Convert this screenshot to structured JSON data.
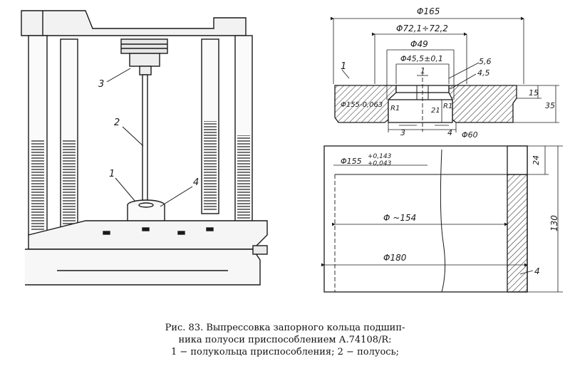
{
  "caption": {
    "line1": "Рис. 83. Выпрессовка запорного кольца подшип-",
    "line2": "ника полуоси приспособлением А.74108/R:",
    "line3": "1 − полукольца приспособления; 2 − полуось;"
  },
  "press_labels": [
    "3",
    "2",
    "1",
    "4"
  ],
  "top_drawing": {
    "dims": {
      "d165": "Φ165",
      "d72": "Φ72,1÷72,2",
      "d49": "Φ49",
      "d45": "Φ45,5±0,1",
      "d155": "Φ155-0,063",
      "d60": "Φ60",
      "r1a": "R1",
      "r1b": "R1",
      "h15": "15",
      "h35": "35",
      "h21": "21",
      "c56": "5,6",
      "c45": "4,5",
      "w1": "1",
      "w3": "3",
      "w4": "4"
    },
    "part_label": "1"
  },
  "bottom_drawing": {
    "dims": {
      "d155tol": "Φ155",
      "tol_upper": "+0,143",
      "tol_lower": "+0,043",
      "d154": "Φ ~154",
      "d180": "Φ180",
      "h24": "24",
      "h130": "130"
    },
    "part_label": "4"
  },
  "colors": {
    "ink": "#1a1a1a",
    "paper": "#ffffff"
  }
}
